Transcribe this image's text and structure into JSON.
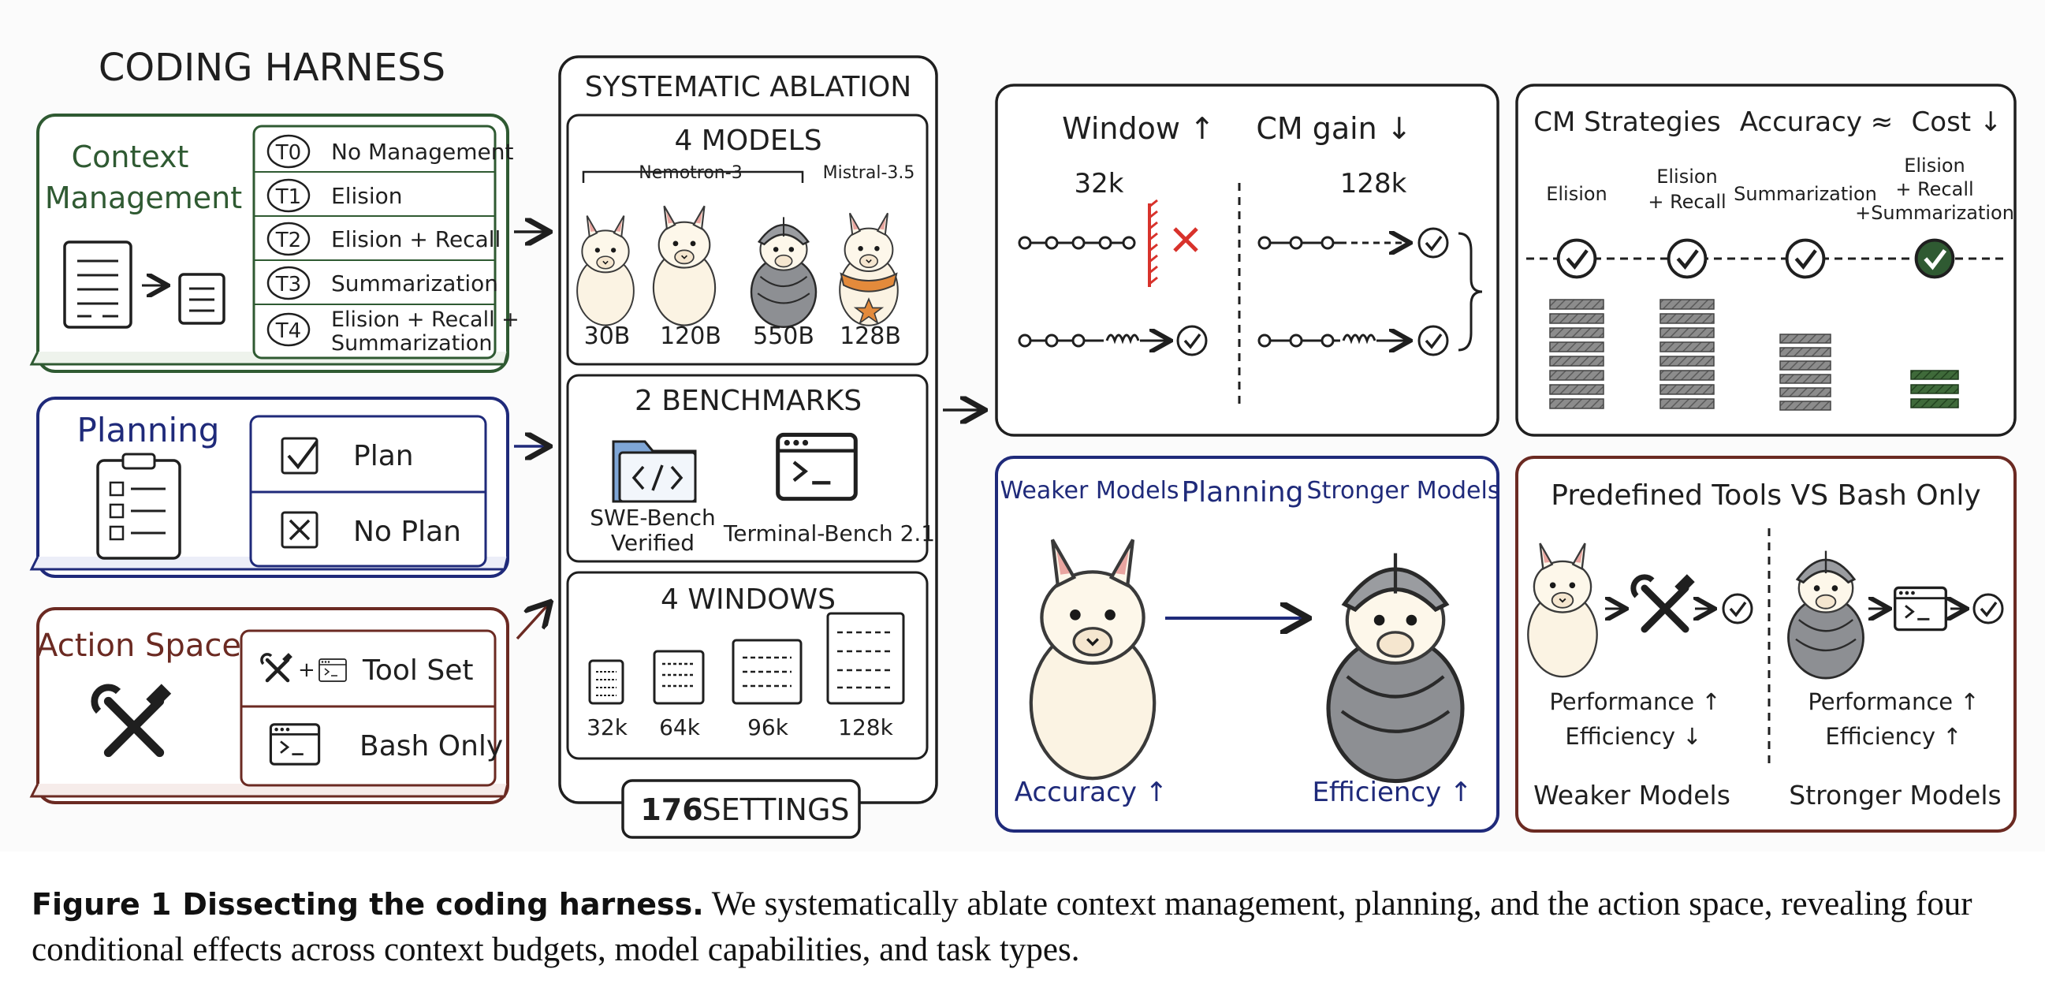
{
  "harness": {
    "title": "CODING HARNESS",
    "context": {
      "title_line1": "Context",
      "title_line2": "Management",
      "options": [
        {
          "id": "T0",
          "label": "No Management"
        },
        {
          "id": "T1",
          "label": "Elision"
        },
        {
          "id": "T2",
          "label": "Elision + Recall"
        },
        {
          "id": "T3",
          "label": "Summarization"
        },
        {
          "id": "T4",
          "label": "Elision + Recall +",
          "label2": "Summarization"
        }
      ]
    },
    "planning": {
      "title": "Planning",
      "options": [
        "Plan",
        "No Plan"
      ]
    },
    "action": {
      "title": "Action Space",
      "options": [
        "Tool Set",
        "Bash Only"
      ]
    }
  },
  "ablation": {
    "title": "SYSTEMATIC ABLATION",
    "models": {
      "title": "4 MODELS",
      "group_label": "Nemotron-3",
      "other_label": "Mistral-3.5",
      "sizes": [
        "30B",
        "120B",
        "550B",
        "128B"
      ]
    },
    "benchmarks": {
      "title": "2 BENCHMARKS",
      "items": [
        {
          "line1": "SWE-Bench",
          "line2": "Verified"
        },
        {
          "line1": "Terminal-Bench 2.1",
          "line2": ""
        }
      ]
    },
    "windows": {
      "title": "4 WINDOWS",
      "sizes": [
        "32k",
        "64k",
        "96k",
        "128k"
      ]
    },
    "settings_count": "176",
    "settings_label": "SETTINGS"
  },
  "panel_window": {
    "title_left": "Window ↑",
    "title_right": "CM gain ↓",
    "left_label": "32k",
    "right_label": "128k"
  },
  "panel_cm": {
    "title": "CM Strategies",
    "title_acc": "Accuracy ≈",
    "title_cost": "Cost ↓",
    "strategies": [
      {
        "l1": "Elision",
        "l2": "",
        "l3": ""
      },
      {
        "l1": "Elision",
        "l2": "+ Recall",
        "l3": ""
      },
      {
        "l1": "Summarization",
        "l2": "",
        "l3": ""
      },
      {
        "l1": "Elision",
        "l2": "+ Recall",
        "l3": "+Summarization"
      }
    ]
  },
  "panel_planning": {
    "weaker": "Weaker Models",
    "planning": "Planning",
    "stronger": "Stronger Models",
    "accuracy": "Accuracy ↑",
    "efficiency": "Efficiency ↑"
  },
  "panel_tools": {
    "title": "Predefined Tools VS Bash Only",
    "left_perf": "Performance ↑",
    "left_eff": "Efficiency ↓",
    "right_perf": "Performance ↑",
    "right_eff": "Efficiency ↑",
    "left_label": "Weaker Models",
    "right_label": "Stronger Models"
  },
  "caption": {
    "lead": "Figure 1",
    "lead2": "Dissecting the coding harness.",
    "text": "We systematically ablate context management, planning, and the action space, revealing four conditional effects across context budgets, model capabilities, and task types."
  },
  "colors": {
    "green": "#2f5a32",
    "navy": "#1f2a7a",
    "maroon": "#6b2a22",
    "ink": "#1f1f1f",
    "red": "#d8322b",
    "folder": "#7fa6d6"
  }
}
